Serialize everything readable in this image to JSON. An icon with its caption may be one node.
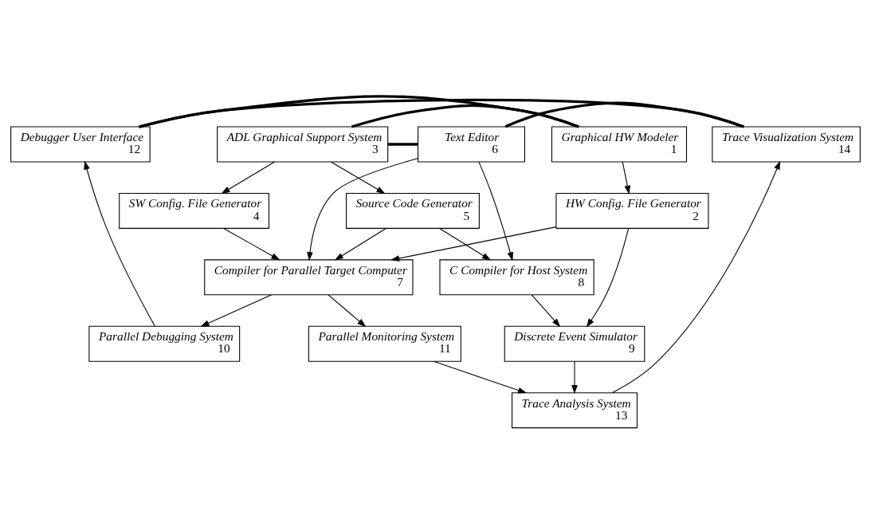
{
  "diagram": {
    "nodes": [
      {
        "text": [
          "Graphical HW Modeler",
          "1"
        ]
      },
      {
        "text": [
          "ADL Graphical Support System",
          "3"
        ]
      },
      {
        "text": [
          "Text Editor",
          "6"
        ]
      },
      {
        "text": [
          "Trace Visualization System",
          "14"
        ]
      },
      {
        "text": [
          "Debugger User Interface",
          "12"
        ]
      },
      {
        "text": [
          "HW Config. File Generator",
          "2"
        ]
      },
      {
        "text": [
          "SW Config. File Generator",
          "4"
        ]
      },
      {
        "text": [
          "Source Code Generator",
          "5"
        ]
      },
      {
        "text": [
          "Compiler for Parallel Target Computer",
          "7"
        ]
      },
      {
        "text": [
          "C Compiler for Host System",
          "8"
        ]
      },
      {
        "text": [
          "Discrete Event Simulator",
          "9"
        ]
      },
      {
        "text": [
          "Trace Analysis System",
          "13"
        ]
      },
      {
        "text": [
          "Parallel Debugging System",
          "10"
        ]
      },
      {
        "text": [
          "Parallel Monitoring System",
          "11"
        ]
      }
    ],
    "edges": [
      {
        "from": 0,
        "to": 1,
        "arrow": "none",
        "style": "thick"
      },
      {
        "from": 1,
        "to": 2,
        "arrow": "none",
        "style": "thick"
      },
      {
        "from": 2,
        "to": 3,
        "arrow": "none",
        "style": "thick"
      },
      {
        "from": 3,
        "to": 4,
        "arrow": "none",
        "style": "thick"
      },
      {
        "from": 4,
        "to": 0,
        "arrow": "none",
        "style": "thick"
      },
      {
        "from": 0,
        "to": 5,
        "arrow": "to"
      },
      {
        "from": 1,
        "to": 6,
        "arrow": "to"
      },
      {
        "from": 1,
        "to": 7,
        "arrow": "to"
      },
      {
        "from": 5,
        "to": 8,
        "arrow": "to"
      },
      {
        "from": 5,
        "to": 10,
        "arrow": "to"
      },
      {
        "from": 6,
        "to": 8,
        "arrow": "to"
      },
      {
        "from": 7,
        "to": 8,
        "arrow": "to"
      },
      {
        "from": 7,
        "to": 9,
        "arrow": "to"
      },
      {
        "from": 2,
        "to": 8,
        "arrow": "to"
      },
      {
        "from": 2,
        "to": 9,
        "arrow": "to"
      },
      {
        "from": 9,
        "to": 10,
        "arrow": "to"
      },
      {
        "from": 10,
        "to": 11,
        "arrow": "to"
      },
      {
        "from": 11,
        "to": 3,
        "arrow": "to"
      },
      {
        "from": 8,
        "to": 12,
        "arrow": "to"
      },
      {
        "from": 8,
        "to": 13,
        "arrow": "to"
      },
      {
        "from": 13,
        "to": 11,
        "arrow": "to"
      },
      {
        "from": 12,
        "to": 4,
        "arrow": "to"
      }
    ]
  }
}
